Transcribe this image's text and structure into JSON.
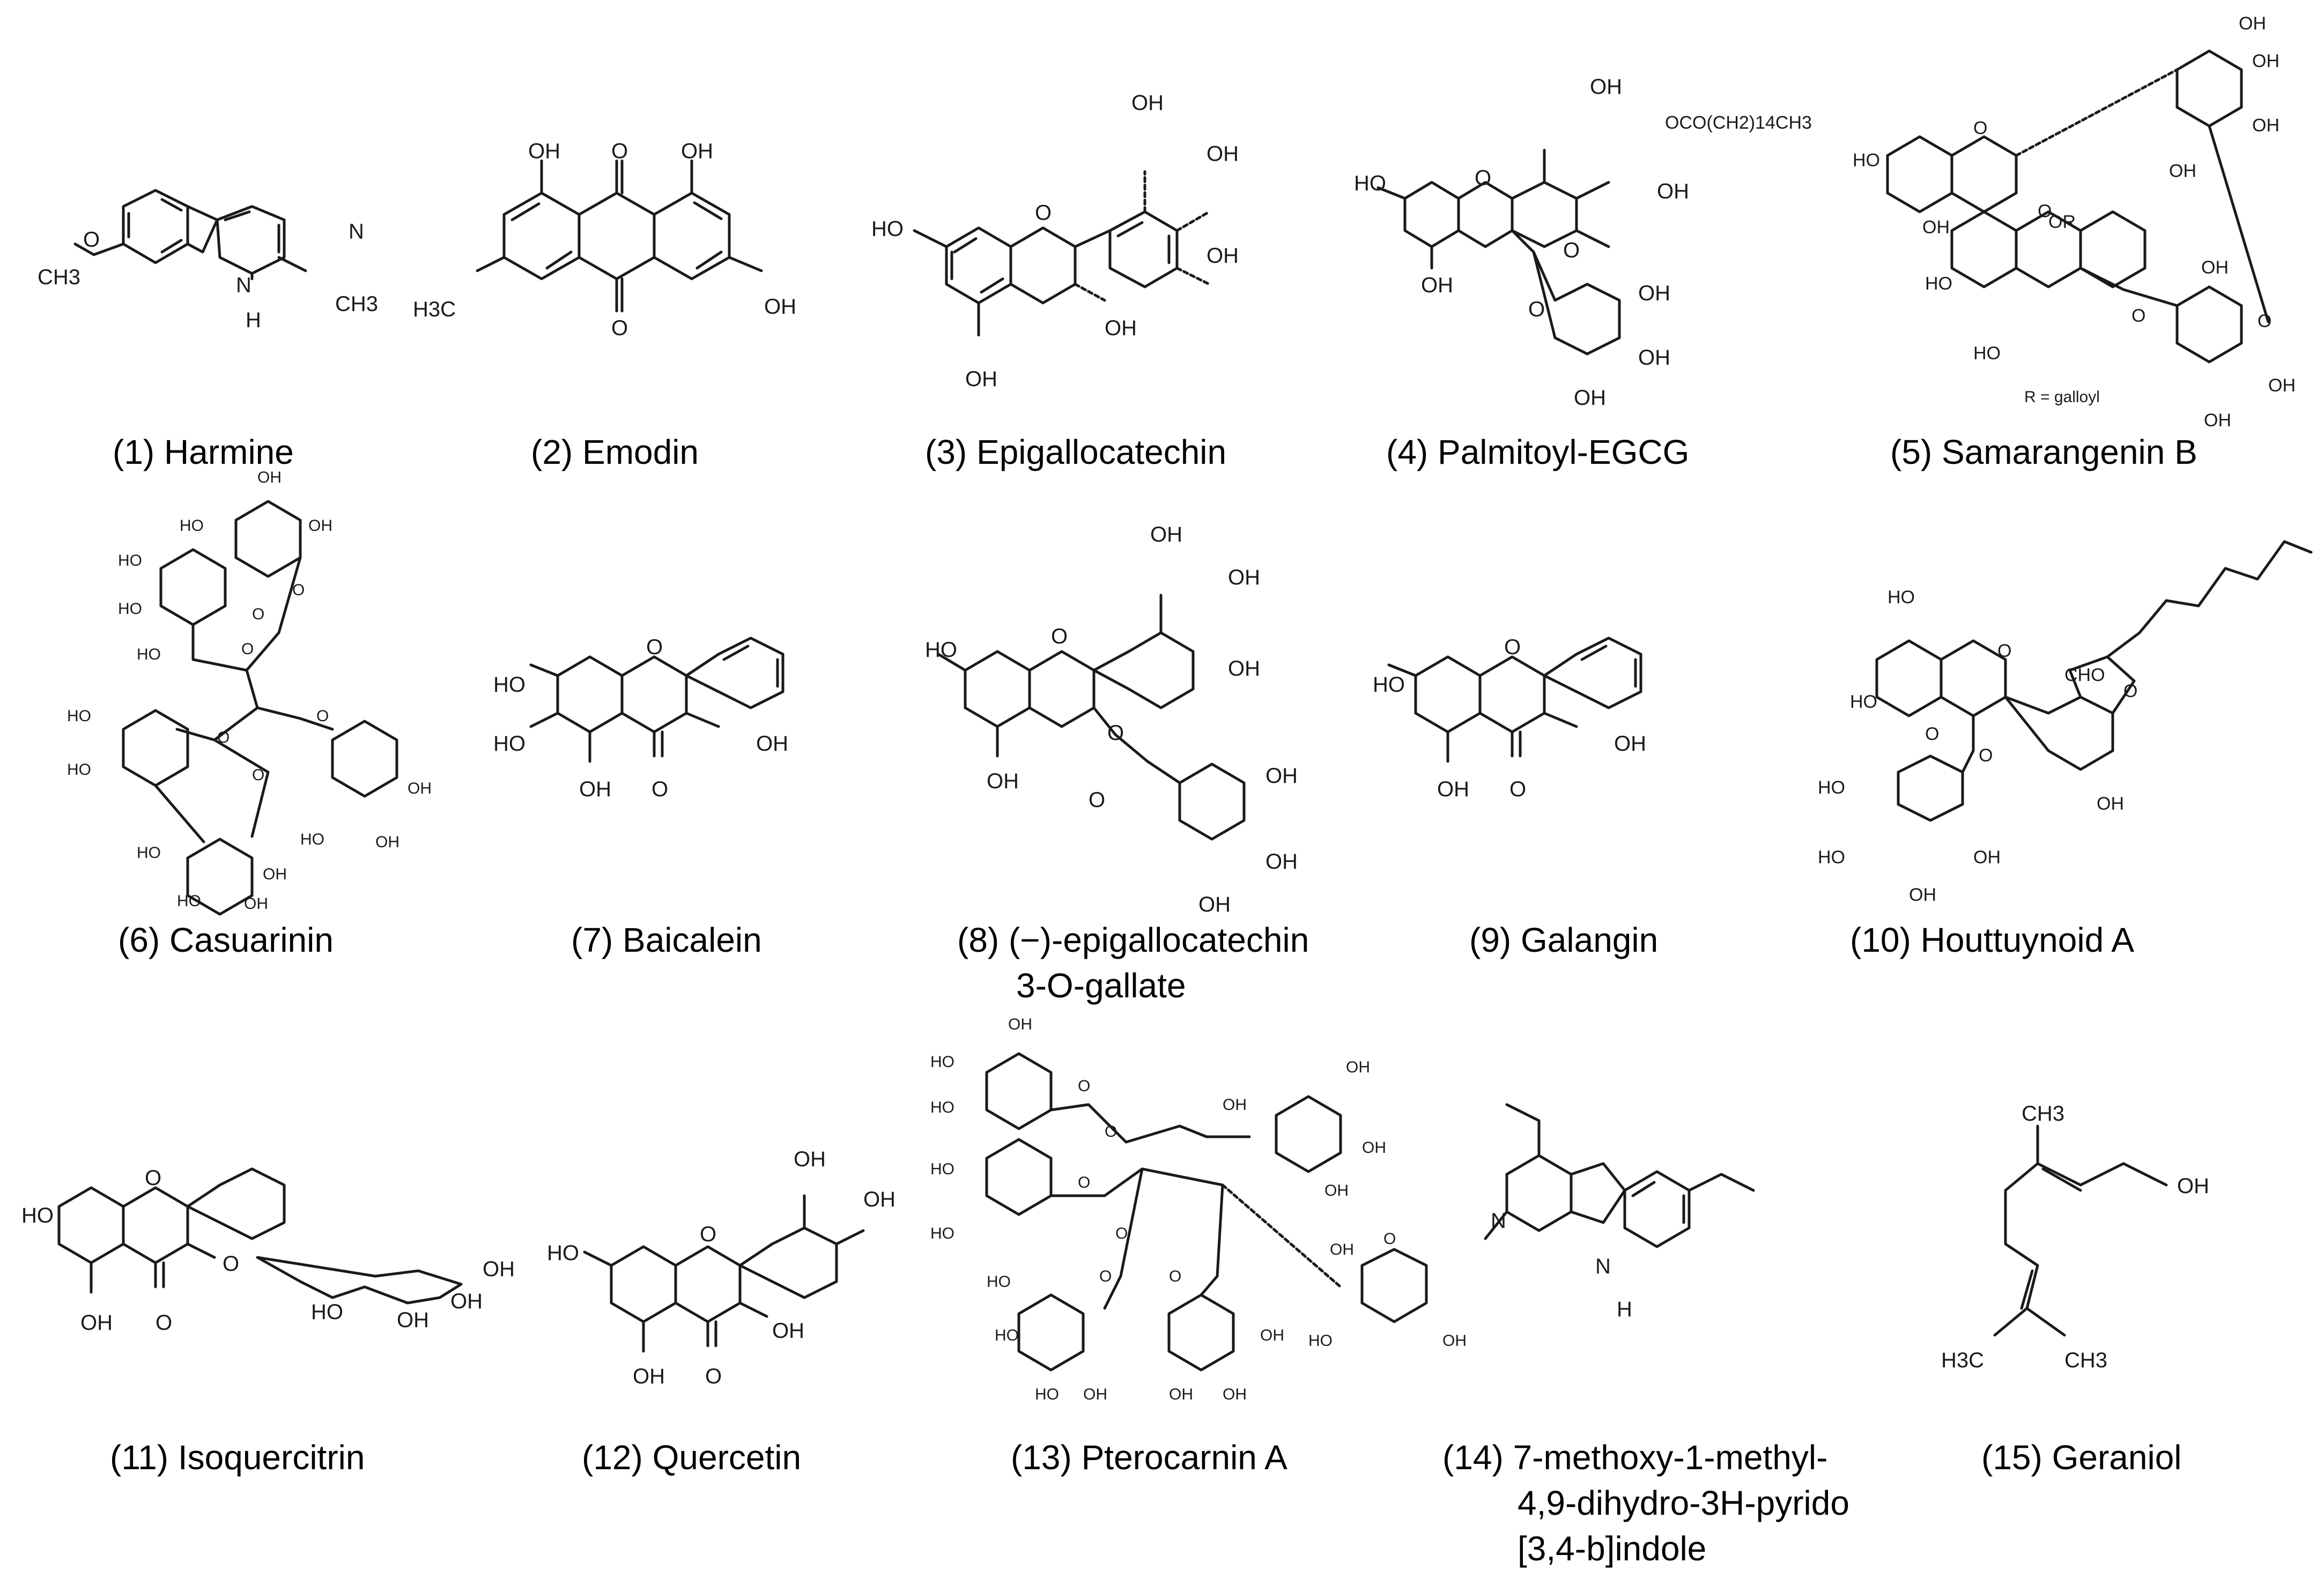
{
  "figure": {
    "compounds": [
      {
        "number": "(1)",
        "name": "Harmine",
        "caption": "(1) Harmine",
        "atom_labels": [
          "O",
          "CH3",
          "N",
          "H",
          "N",
          "CH3"
        ]
      },
      {
        "number": "(2)",
        "name": "Emodin",
        "caption": "(2) Emodin",
        "atom_labels": [
          "OH",
          "O",
          "OH",
          "H3C",
          "O",
          "OH"
        ]
      },
      {
        "number": "(3)",
        "name": "Epigallocatechin",
        "caption": "(3) Epigallocatechin",
        "atom_labels": [
          "HO",
          "O",
          "OH",
          "OH",
          "OH",
          "OH",
          "OH"
        ]
      },
      {
        "number": "(4)",
        "name": "Palmitoyl-EGCG",
        "caption": "(4) Palmitoyl-EGCG",
        "atom_labels": [
          "HO",
          "O",
          "OH",
          "OCO(CH2)14CH3",
          "OH",
          "OH",
          "O",
          "O",
          "OH",
          "OH",
          "OH"
        ]
      },
      {
        "number": "(5)",
        "name": "Samarangenin B",
        "caption": "(5) Samarangenin B",
        "atom_labels": [
          "OH",
          "OH",
          "OH",
          "HO",
          "O",
          "OR",
          "OH",
          "OH",
          "OH",
          "HO",
          "O",
          "O",
          "O",
          "OH",
          "OH",
          "HO",
          "R  =  galloyl"
        ]
      },
      {
        "number": "(6)",
        "name": "Casuarinin",
        "caption": "(6) Casuarinin",
        "atom_labels": [
          "OH",
          "HO",
          "OH",
          "HO",
          "HO",
          "O",
          "O",
          "HO",
          "O",
          "O",
          "HO",
          "HO",
          "O",
          "O",
          "OH",
          "HO",
          "OH",
          "HO",
          "OH",
          "HO",
          "OH"
        ]
      },
      {
        "number": "(7)",
        "name": "Baicalein",
        "caption": "(7) Baicalein",
        "atom_labels": [
          "HO",
          "O",
          "HO",
          "OH",
          "OH",
          "O"
        ]
      },
      {
        "number": "(8)",
        "name": "(−)-epigallocatechin 3-O-gallate",
        "caption_line1": "(8) (−)-epigallocatechin",
        "caption_line2": "3-O-gallate",
        "atom_labels": [
          "HO",
          "O",
          "OH",
          "OH",
          "OH",
          "OH",
          "O",
          "O",
          "OH",
          "OH",
          "OH"
        ]
      },
      {
        "number": "(9)",
        "name": "Galangin",
        "caption": "(9) Galangin",
        "atom_labels": [
          "HO",
          "O",
          "OH",
          "OH",
          "O"
        ]
      },
      {
        "number": "(10)",
        "name": "Houttuynoid A",
        "caption": "(10) Houttuynoid A",
        "atom_labels": [
          "HO",
          "HO",
          "O",
          "CHO",
          "O",
          "O",
          "O",
          "HO",
          "HO",
          "OH",
          "OH",
          "OH"
        ]
      },
      {
        "number": "(11)",
        "name": "Isoquercitrin",
        "caption": "(11) Isoquercitrin",
        "atom_labels": [
          "HO",
          "O",
          "O",
          "OH",
          "O",
          "HO",
          "OH",
          "OH",
          "OH"
        ]
      },
      {
        "number": "(12)",
        "name": "Quercetin",
        "caption": "(12) Quercetin",
        "atom_labels": [
          "OH",
          "OH",
          "HO",
          "O",
          "OH",
          "OH",
          "O"
        ]
      },
      {
        "number": "(13)",
        "name": "Pterocarnin A",
        "caption": "(13) Pterocarnin A",
        "atom_labels": [
          "OH",
          "HO",
          "OH",
          "HO",
          "O",
          "O",
          "OH",
          "OH",
          "OH",
          "HO",
          "O",
          "O",
          "HO",
          "O",
          "O",
          "HO",
          "O",
          "OH",
          "OH",
          "HO",
          "HO",
          "OH",
          "HO",
          "OH",
          "OH",
          "OH"
        ]
      },
      {
        "number": "(14)",
        "name": "7-methoxy-1-methyl-4,9-dihydro-3H-pyrido[3,4-b]indole",
        "caption_line1": "(14) 7-methoxy-1-methyl-",
        "caption_line2": "4,9-dihydro-3H-pyrido",
        "caption_line3": "[3,4-b]indole",
        "atom_labels": [
          "N",
          "N",
          "H"
        ]
      },
      {
        "number": "(15)",
        "name": "Geraniol",
        "caption": "(15) Geraniol",
        "atom_labels": [
          "CH3",
          "OH",
          "H3C",
          "CH3"
        ]
      }
    ]
  }
}
